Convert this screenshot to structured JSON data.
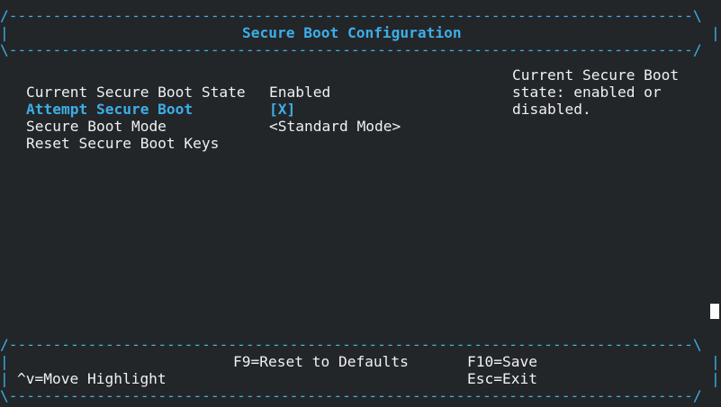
{
  "header": {
    "border_top": "/------------------------------------------------------------------------------\\",
    "border_side_left": "|",
    "border_side_right": "|",
    "border_bottom": "\\------------------------------------------------------------------------------/",
    "title": "Secure Boot Configuration"
  },
  "menu": {
    "items": [
      {
        "label": "Current Secure Boot State",
        "value": "Enabled",
        "highlighted": false
      },
      {
        "label": "Attempt Secure Boot",
        "value": "[X]",
        "highlighted": true
      },
      {
        "label": "Secure Boot Mode",
        "value": "<Standard Mode>",
        "highlighted": false
      },
      {
        "label": "Reset Secure Boot Keys",
        "value": "",
        "highlighted": false
      }
    ]
  },
  "help": {
    "lines": [
      "Current Secure Boot",
      "state: enabled or",
      "disabled."
    ]
  },
  "footer": {
    "border_top": "/------------------------------------------------------------------------------\\",
    "border_bottom": "\\------------------------------------------------------------------------------/",
    "border_side": "|",
    "hint_reset": "F9=Reset to Defaults",
    "hint_save": "F10=Save",
    "hint_move": "^v=Move Highlight",
    "hint_exit": "Esc=Exit"
  },
  "colors": {
    "background": "#232629",
    "foreground": "#eff0f1",
    "accent": "#3daee9"
  }
}
